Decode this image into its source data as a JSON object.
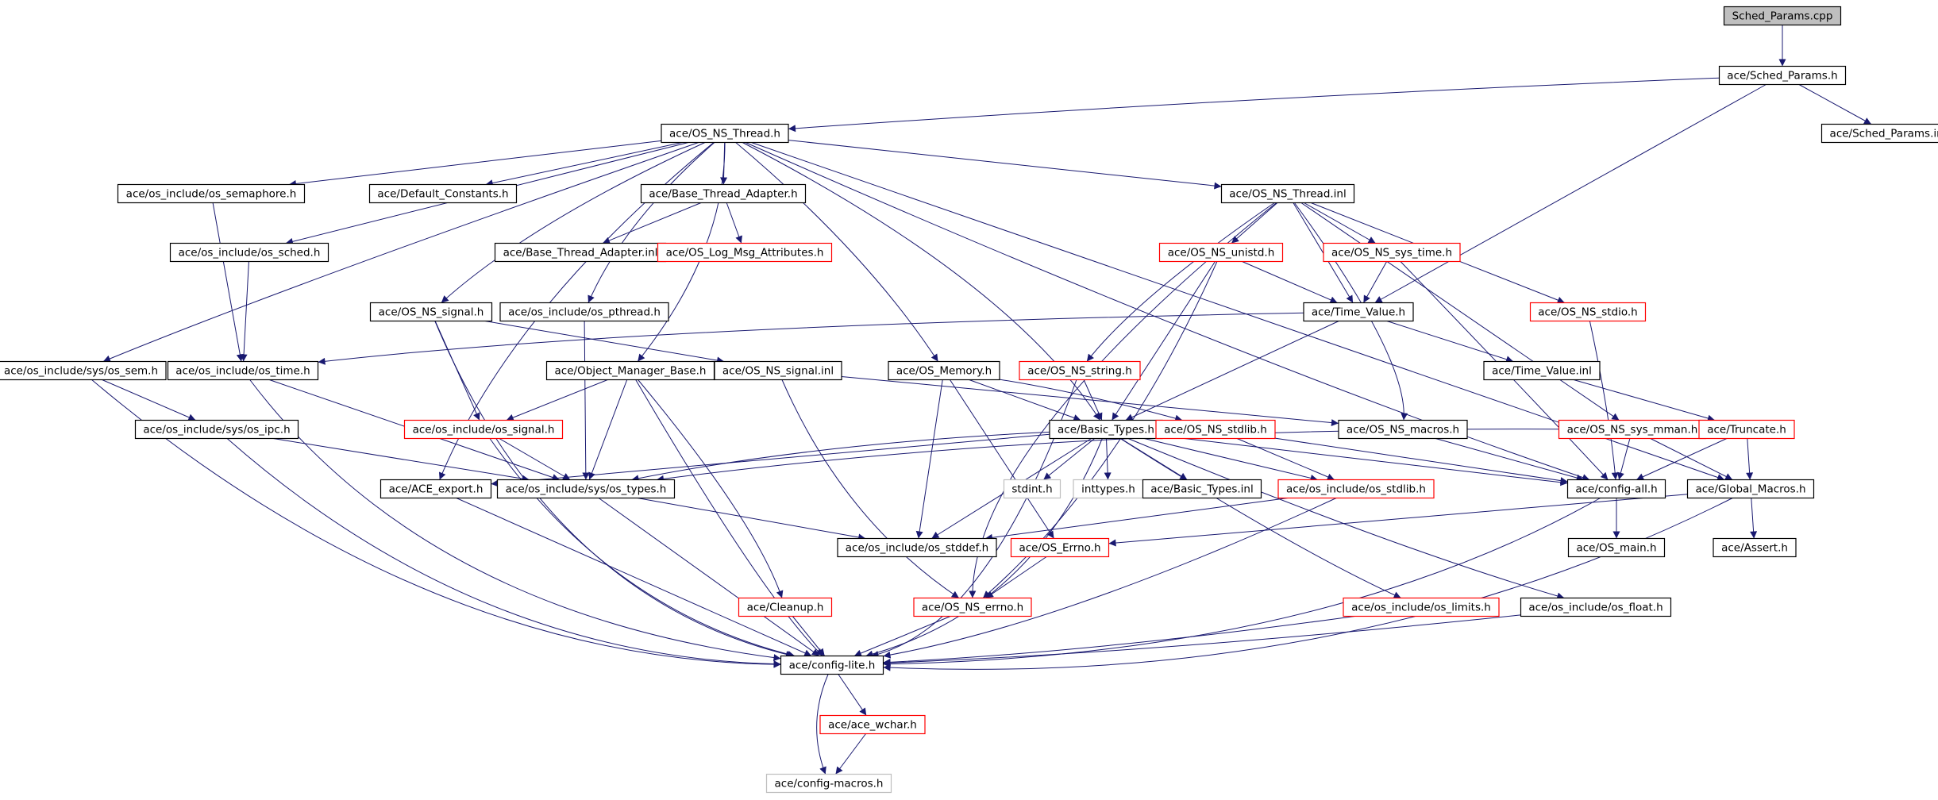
{
  "colors": {
    "edge": "#191970",
    "border_default": "#000000",
    "border_truncated": "#ff0000",
    "border_external": "#bfbfbf",
    "fill_root": "#bfbfbf",
    "fill_default": "#ffffff",
    "text": "#000000"
  },
  "nodes": [
    {
      "id": "sched_cpp",
      "label": "Sched_Params.cpp",
      "style": "root"
    },
    {
      "id": "sched_h",
      "label": "ace/Sched_Params.h",
      "style": "default"
    },
    {
      "id": "sched_inl",
      "label": "ace/Sched_Params.inl",
      "style": "default"
    },
    {
      "id": "os_ns_thread_h",
      "label": "ace/OS_NS_Thread.h",
      "style": "default"
    },
    {
      "id": "os_semaphore",
      "label": "ace/os_include/os_semaphore.h",
      "style": "default"
    },
    {
      "id": "default_constants",
      "label": "ace/Default_Constants.h",
      "style": "default"
    },
    {
      "id": "base_thread_adapter_h",
      "label": "ace/Base_Thread_Adapter.h",
      "style": "default"
    },
    {
      "id": "os_ns_thread_inl",
      "label": "ace/OS_NS_Thread.inl",
      "style": "default"
    },
    {
      "id": "os_sched",
      "label": "ace/os_include/os_sched.h",
      "style": "default"
    },
    {
      "id": "base_thread_adapter_inl",
      "label": "ace/Base_Thread_Adapter.inl",
      "style": "default"
    },
    {
      "id": "log_msg_attr",
      "label": "ace/OS_Log_Msg_Attributes.h",
      "style": "truncated"
    },
    {
      "id": "os_ns_unistd",
      "label": "ace/OS_NS_unistd.h",
      "style": "truncated"
    },
    {
      "id": "os_ns_sys_time",
      "label": "ace/OS_NS_sys_time.h",
      "style": "truncated"
    },
    {
      "id": "os_ns_signal_h",
      "label": "ace/OS_NS_signal.h",
      "style": "default"
    },
    {
      "id": "os_pthread",
      "label": "ace/os_include/os_pthread.h",
      "style": "default"
    },
    {
      "id": "time_value_h",
      "label": "ace/Time_Value.h",
      "style": "default"
    },
    {
      "id": "os_ns_stdio",
      "label": "ace/OS_NS_stdio.h",
      "style": "truncated"
    },
    {
      "id": "os_sem",
      "label": "ace/os_include/sys/os_sem.h",
      "style": "default"
    },
    {
      "id": "os_time",
      "label": "ace/os_include/os_time.h",
      "style": "default"
    },
    {
      "id": "obj_mgr_base",
      "label": "ace/Object_Manager_Base.h",
      "style": "default"
    },
    {
      "id": "os_ns_signal_inl",
      "label": "ace/OS_NS_signal.inl",
      "style": "default"
    },
    {
      "id": "os_memory",
      "label": "ace/OS_Memory.h",
      "style": "default"
    },
    {
      "id": "os_ns_string",
      "label": "ace/OS_NS_string.h",
      "style": "truncated"
    },
    {
      "id": "time_value_inl",
      "label": "ace/Time_Value.inl",
      "style": "default"
    },
    {
      "id": "os_ipc",
      "label": "ace/os_include/sys/os_ipc.h",
      "style": "default"
    },
    {
      "id": "os_signal",
      "label": "ace/os_include/os_signal.h",
      "style": "truncated"
    },
    {
      "id": "basic_types_h",
      "label": "ace/Basic_Types.h",
      "style": "default"
    },
    {
      "id": "os_ns_stdlib",
      "label": "ace/OS_NS_stdlib.h",
      "style": "truncated"
    },
    {
      "id": "os_ns_macros",
      "label": "ace/OS_NS_macros.h",
      "style": "default"
    },
    {
      "id": "os_ns_sys_mman",
      "label": "ace/OS_NS_sys_mman.h",
      "style": "truncated"
    },
    {
      "id": "truncate",
      "label": "ace/Truncate.h",
      "style": "truncated"
    },
    {
      "id": "ace_export",
      "label": "ace/ACE_export.h",
      "style": "default"
    },
    {
      "id": "os_types",
      "label": "ace/os_include/sys/os_types.h",
      "style": "default"
    },
    {
      "id": "stdint",
      "label": "stdint.h",
      "style": "external"
    },
    {
      "id": "inttypes",
      "label": "inttypes.h",
      "style": "external"
    },
    {
      "id": "basic_types_inl",
      "label": "ace/Basic_Types.inl",
      "style": "default"
    },
    {
      "id": "os_stdlib",
      "label": "ace/os_include/os_stdlib.h",
      "style": "truncated"
    },
    {
      "id": "config_all",
      "label": "ace/config-all.h",
      "style": "default"
    },
    {
      "id": "global_macros",
      "label": "ace/Global_Macros.h",
      "style": "default"
    },
    {
      "id": "os_stddef",
      "label": "ace/os_include/os_stddef.h",
      "style": "default"
    },
    {
      "id": "os_errno",
      "label": "ace/OS_Errno.h",
      "style": "truncated"
    },
    {
      "id": "os_main",
      "label": "ace/OS_main.h",
      "style": "default"
    },
    {
      "id": "assert",
      "label": "ace/Assert.h",
      "style": "default"
    },
    {
      "id": "cleanup",
      "label": "ace/Cleanup.h",
      "style": "truncated"
    },
    {
      "id": "os_ns_errno",
      "label": "ace/OS_NS_errno.h",
      "style": "truncated"
    },
    {
      "id": "os_limits",
      "label": "ace/os_include/os_limits.h",
      "style": "truncated"
    },
    {
      "id": "os_float",
      "label": "ace/os_include/os_float.h",
      "style": "default"
    },
    {
      "id": "config_lite",
      "label": "ace/config-lite.h",
      "style": "default"
    },
    {
      "id": "ace_wchar",
      "label": "ace/ace_wchar.h",
      "style": "truncated"
    },
    {
      "id": "config_macros",
      "label": "ace/config-macros.h",
      "style": "external"
    }
  ],
  "edges": [
    [
      "sched_cpp",
      "sched_h"
    ],
    [
      "sched_h",
      "os_ns_thread_h"
    ],
    [
      "sched_h",
      "sched_inl"
    ],
    [
      "sched_h",
      "time_value_h"
    ],
    [
      "os_ns_thread_h",
      "os_semaphore"
    ],
    [
      "os_ns_thread_h",
      "default_constants"
    ],
    [
      "os_ns_thread_h",
      "base_thread_adapter_h"
    ],
    [
      "os_ns_thread_h",
      "os_ns_thread_inl"
    ],
    [
      "os_ns_thread_h",
      "os_sched"
    ],
    [
      "os_ns_thread_h",
      "os_ns_signal_h"
    ],
    [
      "os_ns_thread_h",
      "os_pthread"
    ],
    [
      "os_ns_thread_h",
      "os_sem"
    ],
    [
      "os_ns_thread_h",
      "obj_mgr_base"
    ],
    [
      "os_ns_thread_h",
      "os_memory"
    ],
    [
      "os_ns_thread_h",
      "ace_export"
    ],
    [
      "os_ns_thread_h",
      "basic_types_h"
    ],
    [
      "os_ns_thread_h",
      "config_all"
    ],
    [
      "os_ns_thread_h",
      "global_macros"
    ],
    [
      "os_semaphore",
      "os_time"
    ],
    [
      "os_sched",
      "os_time"
    ],
    [
      "base_thread_adapter_h",
      "base_thread_adapter_inl"
    ],
    [
      "base_thread_adapter_h",
      "log_msg_attr"
    ],
    [
      "os_ns_thread_inl",
      "os_ns_unistd"
    ],
    [
      "os_ns_thread_inl",
      "os_ns_sys_time"
    ],
    [
      "os_ns_thread_inl",
      "time_value_h"
    ],
    [
      "os_ns_thread_inl",
      "os_ns_stdio"
    ],
    [
      "os_ns_thread_inl",
      "os_ns_string"
    ],
    [
      "os_ns_thread_inl",
      "os_ns_macros"
    ],
    [
      "os_ns_thread_inl",
      "os_ns_sys_mman"
    ],
    [
      "os_ns_thread_inl",
      "os_ns_errno"
    ],
    [
      "os_ns_unistd",
      "time_value_h"
    ],
    [
      "os_ns_unistd",
      "basic_types_h"
    ],
    [
      "os_ns_unistd",
      "os_ns_errno"
    ],
    [
      "os_ns_sys_time",
      "time_value_h"
    ],
    [
      "os_ns_sys_time",
      "config_all"
    ],
    [
      "os_ns_signal_h",
      "os_signal"
    ],
    [
      "os_ns_signal_h",
      "os_ns_signal_inl"
    ],
    [
      "os_ns_signal_h",
      "config_lite"
    ],
    [
      "os_pthread",
      "os_types"
    ],
    [
      "time_value_h",
      "os_time"
    ],
    [
      "time_value_h",
      "basic_types_h"
    ],
    [
      "time_value_h",
      "time_value_inl"
    ],
    [
      "os_ns_stdio",
      "config_all"
    ],
    [
      "os_sem",
      "os_ipc"
    ],
    [
      "os_sem",
      "config_lite"
    ],
    [
      "os_time",
      "os_types"
    ],
    [
      "os_time",
      "config_lite"
    ],
    [
      "obj_mgr_base",
      "os_signal"
    ],
    [
      "obj_mgr_base",
      "os_types"
    ],
    [
      "obj_mgr_base",
      "cleanup"
    ],
    [
      "obj_mgr_base",
      "config_lite"
    ],
    [
      "os_ns_signal_inl",
      "os_ns_macros"
    ],
    [
      "os_ns_signal_inl",
      "os_ns_errno"
    ],
    [
      "os_memory",
      "basic_types_h"
    ],
    [
      "os_memory",
      "os_stddef"
    ],
    [
      "os_memory",
      "os_errno"
    ],
    [
      "os_memory",
      "os_ns_stdlib"
    ],
    [
      "os_ns_string",
      "basic_types_h"
    ],
    [
      "os_ns_string",
      "config_lite"
    ],
    [
      "time_value_inl",
      "truncate"
    ],
    [
      "os_ipc",
      "os_types"
    ],
    [
      "os_ipc",
      "config_lite"
    ],
    [
      "os_signal",
      "os_types"
    ],
    [
      "os_signal",
      "config_lite"
    ],
    [
      "basic_types_h",
      "ace_export"
    ],
    [
      "basic_types_h",
      "os_types"
    ],
    [
      "basic_types_h",
      "stdint"
    ],
    [
      "basic_types_h",
      "inttypes"
    ],
    [
      "basic_types_h",
      "basic_types_inl"
    ],
    [
      "basic_types_h",
      "os_stdlib"
    ],
    [
      "basic_types_h",
      "config_all"
    ],
    [
      "basic_types_h",
      "os_stddef"
    ],
    [
      "basic_types_h",
      "os_limits"
    ],
    [
      "basic_types_h",
      "os_float"
    ],
    [
      "basic_types_h",
      "config_lite"
    ],
    [
      "os_ns_stdlib",
      "os_stdlib"
    ],
    [
      "os_ns_stdlib",
      "config_all"
    ],
    [
      "os_ns_macros",
      "config_all"
    ],
    [
      "os_ns_sys_mman",
      "os_types"
    ],
    [
      "os_ns_sys_mman",
      "config_all"
    ],
    [
      "os_ns_sys_mman",
      "global_macros"
    ],
    [
      "truncate",
      "config_all"
    ],
    [
      "truncate",
      "global_macros"
    ],
    [
      "ace_export",
      "config_lite"
    ],
    [
      "os_types",
      "os_stddef"
    ],
    [
      "os_types",
      "config_lite"
    ],
    [
      "os_stdlib",
      "os_stddef"
    ],
    [
      "os_stdlib",
      "config_lite"
    ],
    [
      "config_all",
      "os_main"
    ],
    [
      "config_all",
      "config_lite"
    ],
    [
      "global_macros",
      "os_errno"
    ],
    [
      "global_macros",
      "assert"
    ],
    [
      "global_macros",
      "config_lite"
    ],
    [
      "os_errno",
      "os_ns_errno"
    ],
    [
      "cleanup",
      "config_lite"
    ],
    [
      "os_ns_errno",
      "config_lite"
    ],
    [
      "os_limits",
      "config_lite"
    ],
    [
      "os_float",
      "config_lite"
    ],
    [
      "config_lite",
      "ace_wchar"
    ],
    [
      "config_lite",
      "config_macros"
    ],
    [
      "ace_wchar",
      "config_macros"
    ]
  ]
}
